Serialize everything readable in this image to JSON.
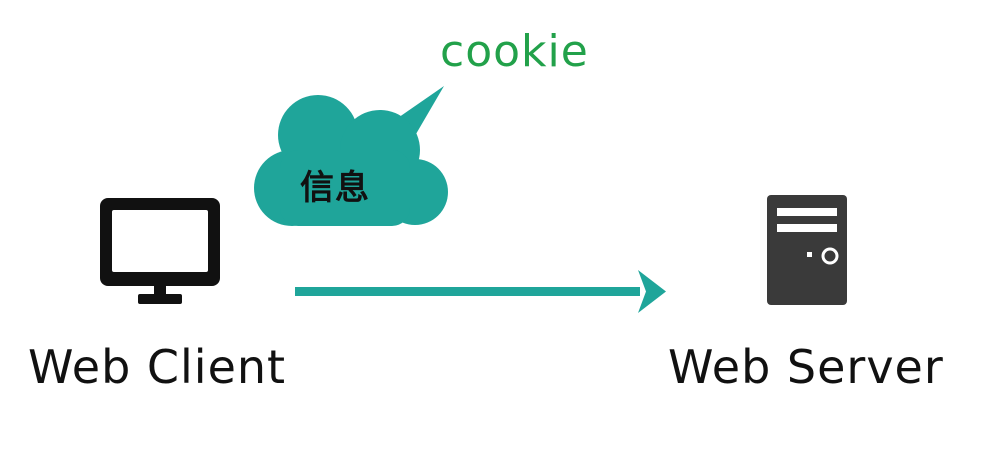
{
  "cookie_label": "cookie",
  "cloud_text": "信息",
  "client_label": "Web Client",
  "server_label": "Web Server",
  "colors": {
    "teal": "#1fa59a",
    "cookie_green": "#22a14a",
    "icon_dark": "#111111",
    "server_gray": "#3a3a3a"
  },
  "icons": {
    "client": "monitor-icon",
    "server": "server-tower-icon",
    "message": "speech-cloud-icon",
    "flow": "arrow-right-icon"
  }
}
